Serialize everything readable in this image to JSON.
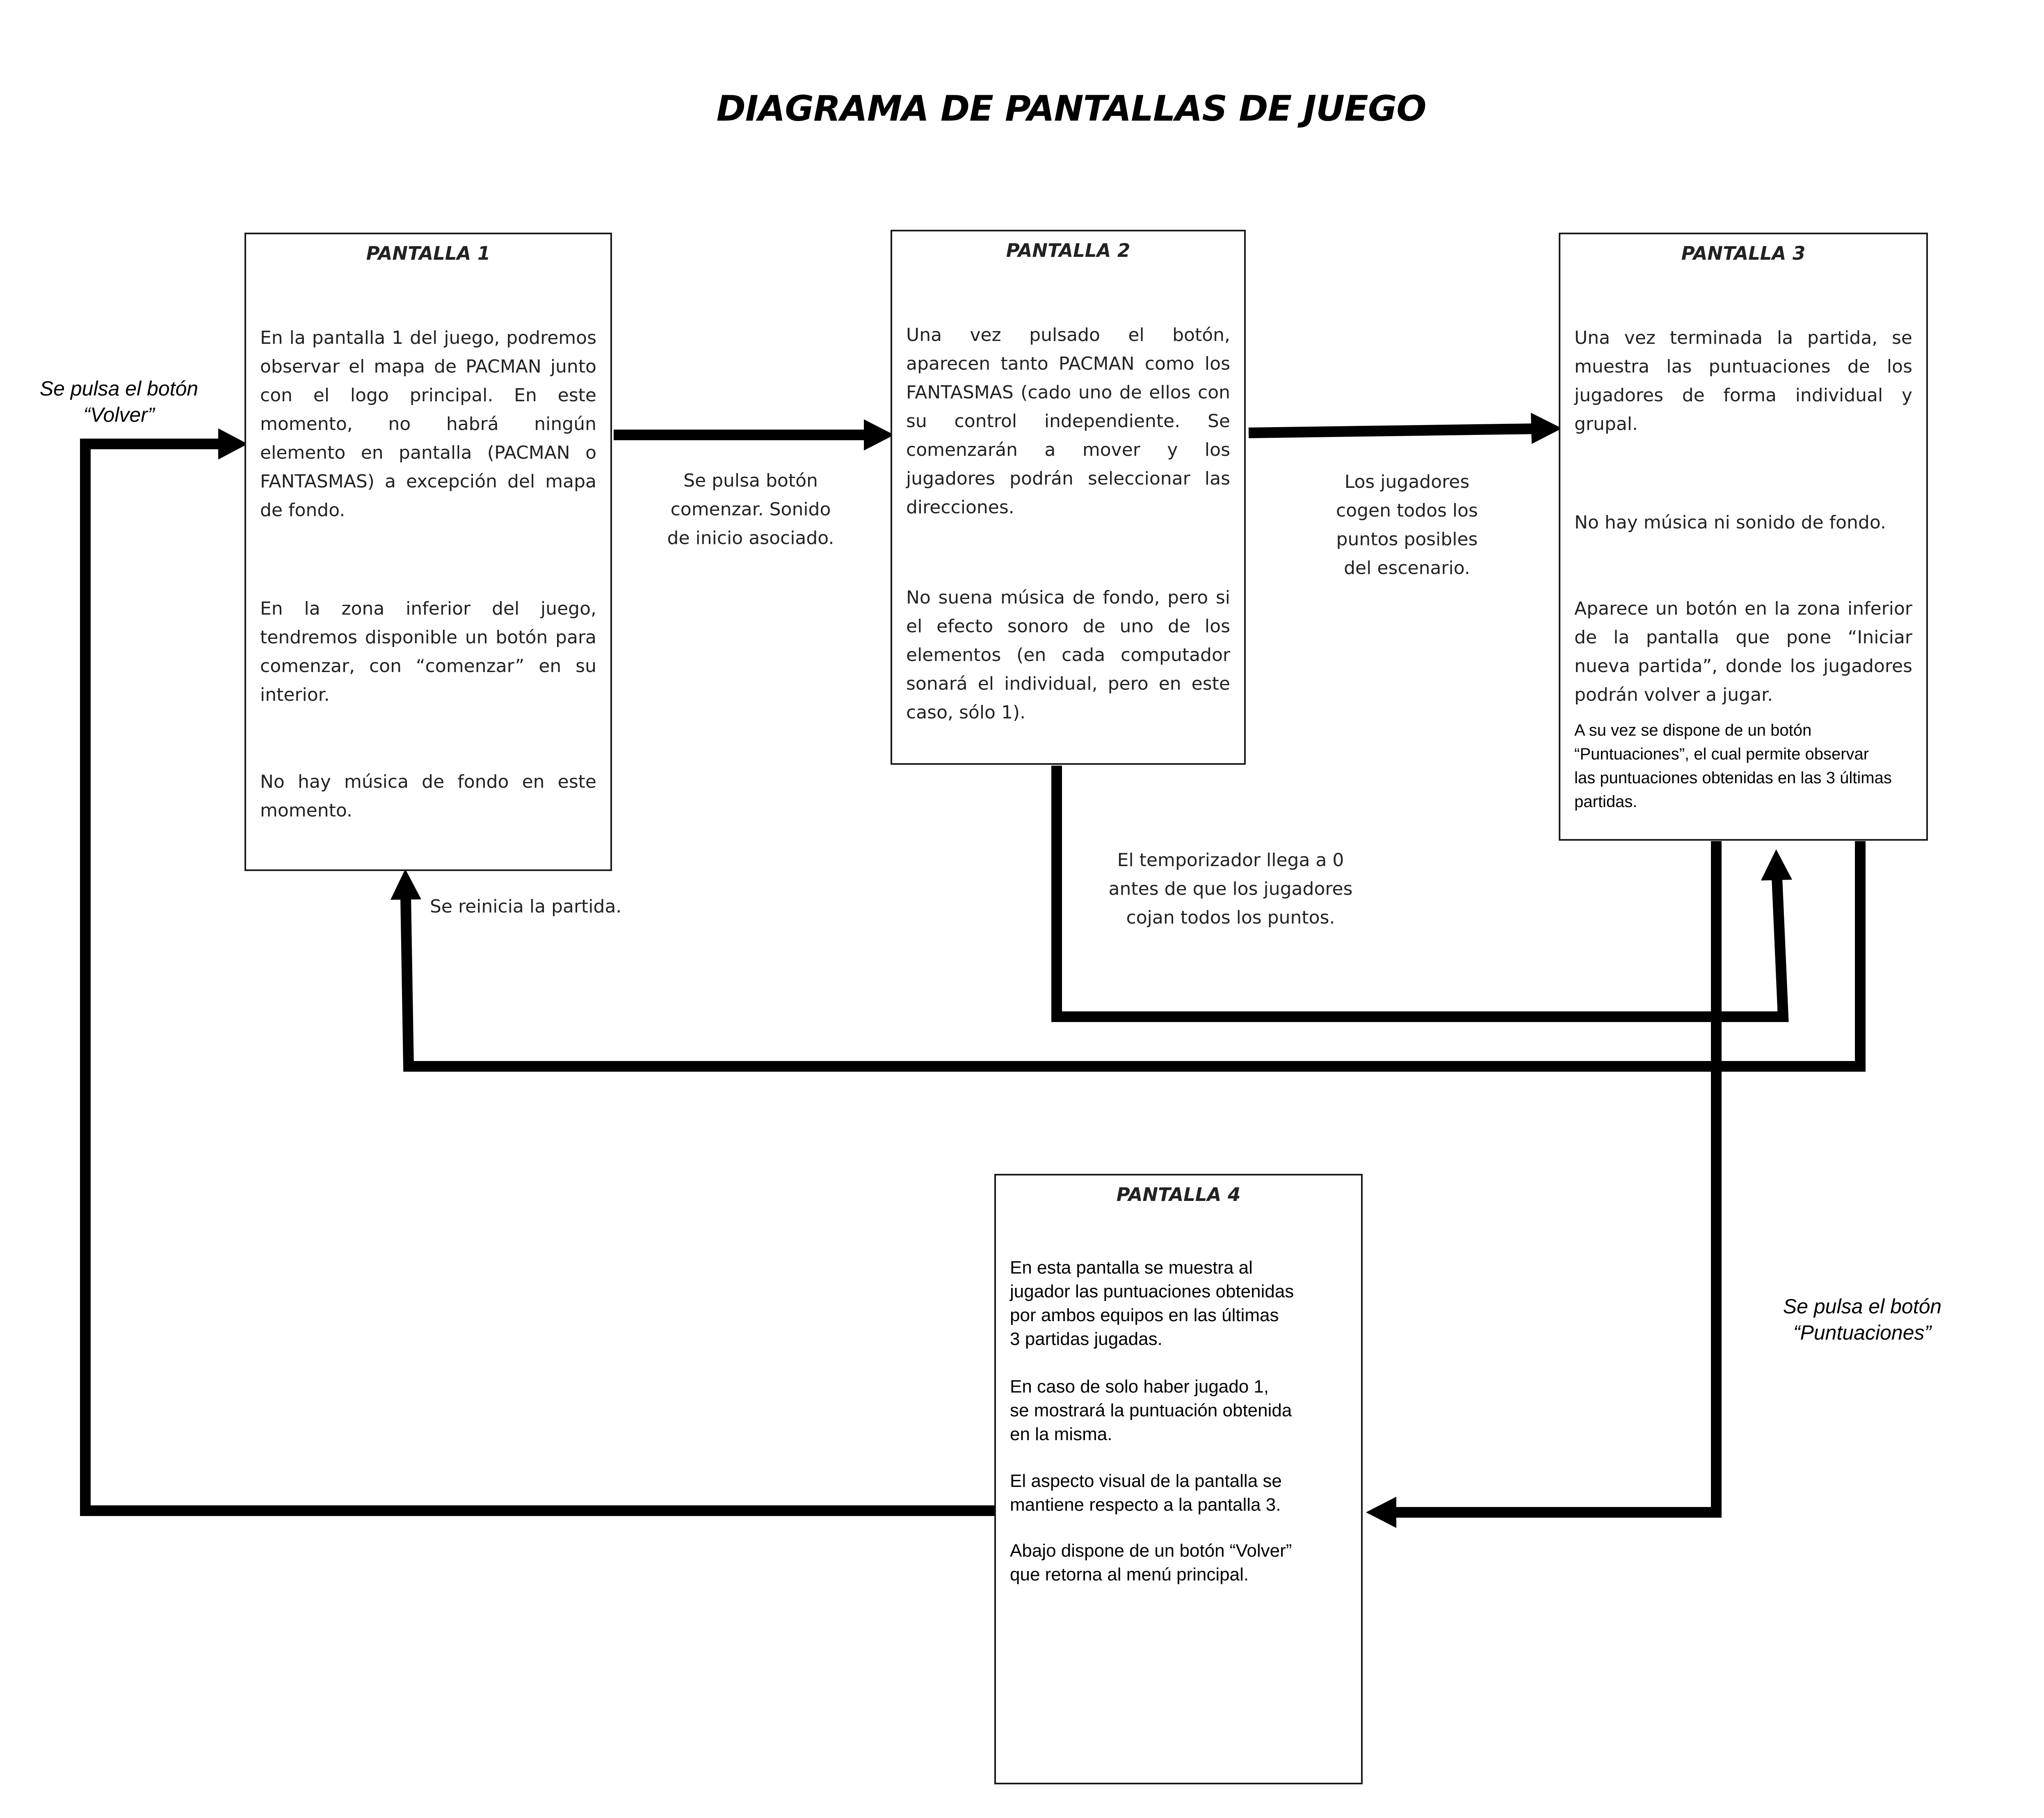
{
  "title": "DIAGRAMA DE PANTALLAS DE JUEGO",
  "screens": [
    {
      "title": "PANTALLA 1",
      "paragraphs": [
        [
          "En la pantalla 1 del juego, podremos",
          "observar el mapa de PACMAN junto",
          "con el logo principal. En este",
          "momento, no habrá ningún",
          "elemento en pantalla (PACMAN o",
          "FANTASMAS) a excepción del mapa",
          "de fondo."
        ],
        [
          "En la zona inferior del juego,",
          "tendremos disponible un botón para",
          "comenzar, con “comenzar” en su",
          "interior."
        ],
        [
          "No hay música de fondo en este",
          "momento."
        ]
      ]
    },
    {
      "title": "PANTALLA 2",
      "paragraphs": [
        [
          "Una vez pulsado el botón,",
          "aparecen tanto PACMAN como los",
          "FANTASMAS (cado uno de ellos con",
          "su control independiente. Se",
          "comenzarán a mover y los",
          "jugadores podrán seleccionar las",
          "direcciones."
        ],
        [
          "No suena música de fondo, pero si",
          "el efecto sonoro de uno de los",
          "elementos (en cada computador",
          "sonará el individual, pero en este",
          "caso, sólo 1)."
        ]
      ]
    },
    {
      "title": "PANTALLA 3",
      "paragraphs": [
        [
          "Una vez terminada la partida, se",
          "muestra las puntuaciones de los",
          "jugadores de forma individual y",
          "grupal."
        ],
        [
          "No hay música ni sonido de fondo."
        ],
        [
          "Aparece un botón en la zona inferior",
          "de la pantalla que pone “Iniciar",
          "nueva partida”, donde los jugadores",
          "podrán volver a jugar."
        ],
        [
          "A su vez se dispone de un botón",
          "“Puntuaciones”, el cual permite observar",
          "las puntuaciones obtenidas en las 3 últimas",
          "partidas."
        ]
      ]
    },
    {
      "title": "PANTALLA 4",
      "paragraphs": [
        [
          "En esta pantalla se muestra al",
          "jugador las puntuaciones obtenidas",
          "por ambos equipos en las últimas",
          "3 partidas jugadas."
        ],
        [
          "En caso de solo haber jugado 1,",
          "se mostrará la puntuación obtenida",
          "en la misma."
        ],
        [
          "El aspecto visual de la pantalla se",
          "mantiene respecto a la pantalla 3."
        ],
        [
          "Abajo dispone de un botón “Volver”",
          "que retorna al menú principal."
        ]
      ]
    }
  ],
  "transitions": {
    "p1_to_p2": [
      "Se pulsa botón",
      "comenzar. Sonido",
      "de inicio asociado."
    ],
    "p2_to_p3": [
      "Los jugadores",
      "cogen todos los",
      "puntos posibles",
      "del escenario."
    ],
    "p2_timer_to_p3": [
      "El temporizador llega a 0",
      "antes de que los jugadores",
      "cojan todos los puntos."
    ],
    "p3_restart_to_p1": [
      "Se reinicia la partida."
    ],
    "p4_back_to_p1": [
      "Se pulsa el botón",
      "“Volver”"
    ],
    "p3_scores_to_p4": [
      "Se pulsa el botón",
      "“Puntuaciones”"
    ]
  }
}
